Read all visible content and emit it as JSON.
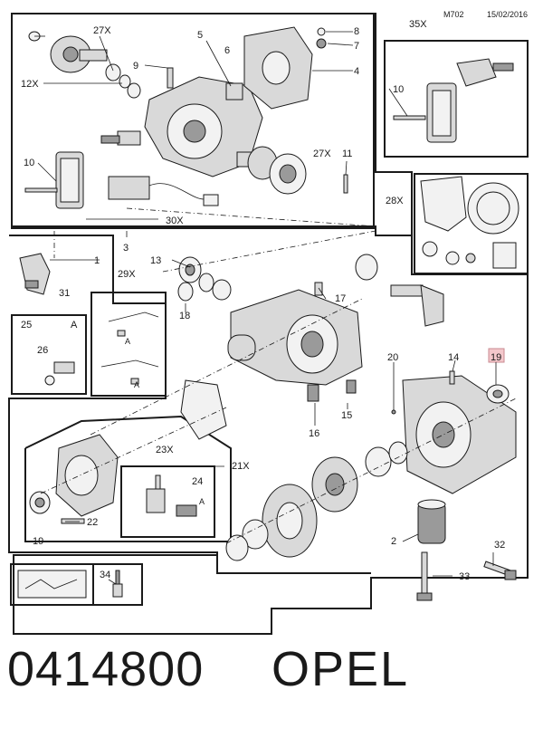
{
  "header": {
    "code": "M702",
    "date": "15/02/2016"
  },
  "labels": {
    "p1": "1",
    "p2": "2",
    "p3": "3",
    "p4": "4",
    "p5": "5",
    "p6": "6",
    "p7": "7",
    "p8": "8",
    "p9": "9",
    "p10a": "10",
    "p10b": "10",
    "p11": "11",
    "p12x": "12X",
    "p13": "13",
    "p14": "14",
    "p15": "15",
    "p16": "16",
    "p17": "17",
    "p18": "18",
    "p19a": "19",
    "p19b": "19",
    "p20": "20",
    "p21x": "21X",
    "p22": "22",
    "p23x": "23X",
    "p24": "24",
    "p25": "25",
    "p26": "26",
    "p27xa": "27X",
    "p27xb": "27X",
    "p28x": "28X",
    "p29x": "29X",
    "p30x": "30X",
    "p31": "31",
    "p32": "32",
    "p33": "33",
    "p34": "34",
    "p35x": "35X",
    "detailA": "A",
    "markA1": "A",
    "markA2": "A",
    "markA3": "A"
  },
  "footer": {
    "part_number": "0414800",
    "brand": "OPEL"
  },
  "colors": {
    "highlight": "#f4c8cc",
    "line": "#1a1a1a"
  }
}
